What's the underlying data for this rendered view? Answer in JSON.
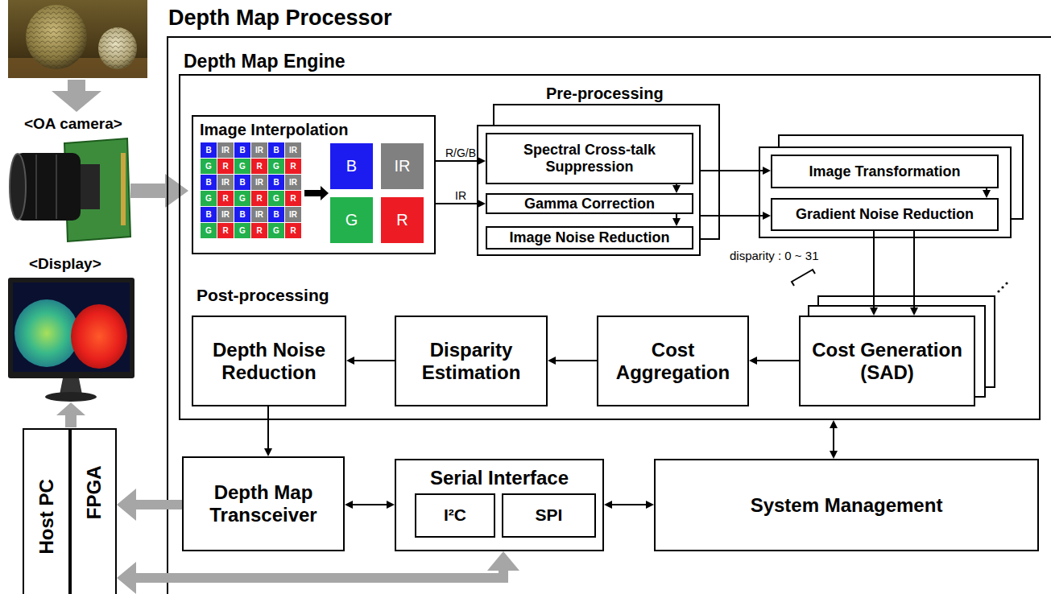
{
  "diagram": {
    "nodes": [
      {
        "text": [
          "Depth Map Processor"
        ]
      },
      {
        "text": [
          "Depth Map Engine"
        ],
        "in": 0
      },
      {
        "text": [
          "Image Interpolation"
        ],
        "in": 1
      },
      {
        "text": [
          "B"
        ],
        "in": 2
      },
      {
        "text": [
          "IR"
        ],
        "in": 2
      },
      {
        "text": [
          "G"
        ],
        "in": 2
      },
      {
        "text": [
          "R"
        ],
        "in": 2
      },
      {
        "text": [
          "Pre-processing"
        ],
        "in": 1
      },
      {
        "text": [
          "Spectral Cross-talk Suppression"
        ],
        "in": 7
      },
      {
        "text": [
          "Gamma Correction"
        ],
        "in": 7
      },
      {
        "text": [
          "Image Noise Reduction"
        ],
        "in": 7
      },
      {
        "text": [
          "Image Transformation"
        ],
        "in": 1
      },
      {
        "text": [
          "Gradient Noise Reduction"
        ],
        "in": 1
      },
      {
        "text": [
          "Cost Generation (SAD)"
        ],
        "in": 1
      },
      {
        "text": [
          "Cost Aggregation"
        ],
        "in": 1
      },
      {
        "text": [
          "Disparity Estimation"
        ],
        "in": 1
      },
      {
        "text": [
          "Depth Noise Reduction"
        ],
        "in": 1
      },
      {
        "text": [
          "Depth Map Transceiver"
        ],
        "in": 0
      },
      {
        "text": [
          "Serial Interface"
        ],
        "in": 0
      },
      {
        "text": [
          "I²C"
        ],
        "in": 18
      },
      {
        "text": [
          "SPI"
        ],
        "in": 18
      },
      {
        "text": [
          "System Management"
        ],
        "in": 0
      },
      {
        "text": [
          "Host PC"
        ]
      },
      {
        "text": [
          "FPGA"
        ]
      }
    ],
    "edges": [
      {
        "from": 2,
        "to": 8,
        "label": "R/G/B",
        "arrow": "to"
      },
      {
        "from": 2,
        "to": 9,
        "label": "IR",
        "arrow": "to"
      },
      {
        "from": 8,
        "to": 9,
        "arrow": "to"
      },
      {
        "from": 9,
        "to": 10,
        "arrow": "to"
      },
      {
        "from": 7,
        "to": 11,
        "arrow": "to"
      },
      {
        "from": 7,
        "to": 12,
        "arrow": "to"
      },
      {
        "from": 11,
        "to": 12,
        "arrow": "to"
      },
      {
        "from": 12,
        "to": 13,
        "arrow": "to"
      },
      {
        "from": 12,
        "to": 13,
        "arrow": "to"
      },
      {
        "from": 13,
        "to": 14,
        "arrow": "to"
      },
      {
        "from": 14,
        "to": 15,
        "arrow": "to"
      },
      {
        "from": 15,
        "to": 16,
        "arrow": "to"
      },
      {
        "from": 16,
        "to": 17,
        "arrow": "to"
      },
      {
        "from": 1,
        "to": 21,
        "arrow": "both"
      },
      {
        "from": 17,
        "to": 18,
        "arrow": "both"
      },
      {
        "from": 18,
        "to": 21,
        "arrow": "both"
      },
      {
        "from": 17,
        "to": 23,
        "arrow": "to"
      },
      {
        "from": 23,
        "to": 18,
        "arrow": "both"
      }
    ],
    "labels": [
      "<OA camera>",
      "<Display>",
      "disparity : 0 ~ 31",
      "Post-processing",
      "B",
      "IR",
      "B",
      "IR",
      "B",
      "IR",
      "G",
      "R",
      "G",
      "R",
      "G",
      "R",
      "B",
      "IR",
      "B",
      "IR",
      "B",
      "IR",
      "G",
      "R",
      "G",
      "R",
      "G",
      "R",
      "B",
      "IR",
      "B",
      "IR",
      "B",
      "IR",
      "G",
      "R",
      "G",
      "R",
      "G",
      "R"
    ]
  }
}
